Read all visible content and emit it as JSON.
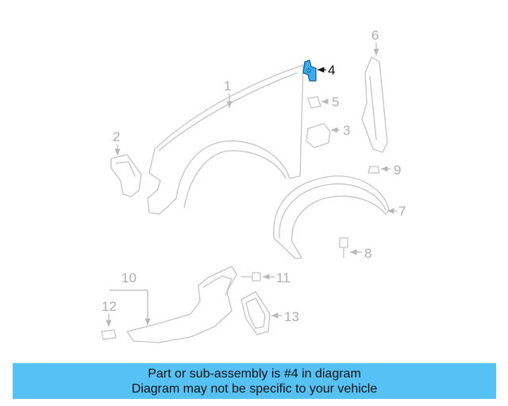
{
  "callouts": {
    "c1": "1",
    "c2": "2",
    "c3": "3",
    "c4": "4",
    "c5": "5",
    "c6": "6",
    "c7": "7",
    "c8": "8",
    "c9": "9",
    "c10": "10",
    "c11": "11",
    "c12": "12",
    "c13": "13"
  },
  "highlight_color": "#3aaef0",
  "banner": {
    "line1": "Part or sub-assembly is #4 in diagram",
    "line2": "Diagram may not be specific to your vehicle",
    "background": "#55c1f5"
  }
}
